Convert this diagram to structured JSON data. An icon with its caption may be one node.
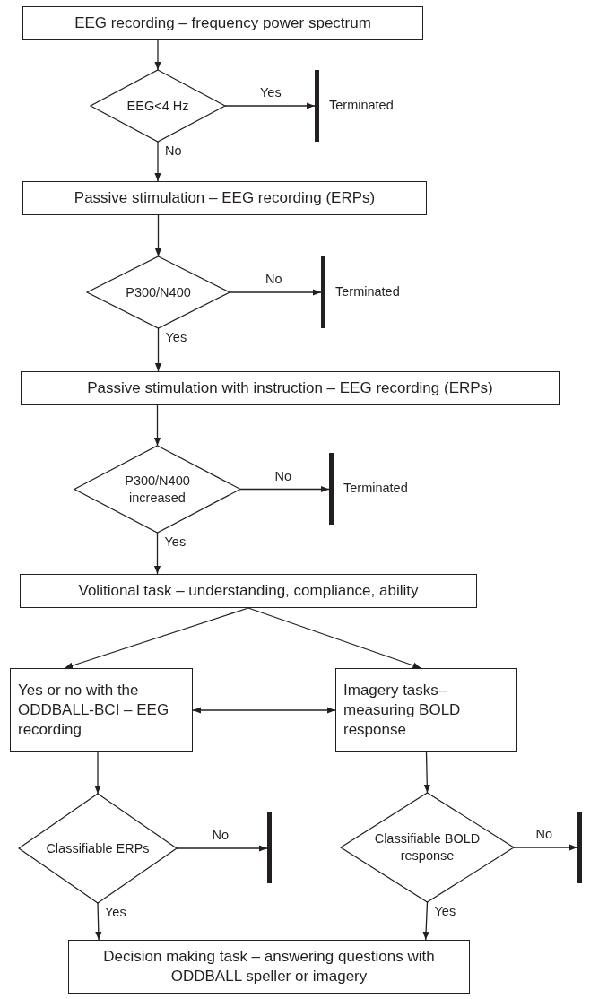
{
  "diagram": {
    "nodes": [
      {
        "text": [
          "EEG recording – frequency power spectrum"
        ]
      },
      {
        "text": [
          "EEG<4 Hz"
        ]
      },
      {
        "text": [],
        "shape": "bar",
        "beside": [
          "Terminated"
        ]
      },
      {
        "text": [
          "Passive stimulation – EEG recording (ERPs)"
        ]
      },
      {
        "text": [
          "P300/N400"
        ]
      },
      {
        "text": [],
        "shape": "bar",
        "beside": [
          "Terminated"
        ]
      },
      {
        "text": [
          "Passive stimulation with instruction – EEG recording (ERPs)"
        ]
      },
      {
        "text": [
          "P300/N400 increased"
        ]
      },
      {
        "text": [],
        "shape": "bar",
        "beside": [
          "Terminated"
        ]
      },
      {
        "text": [
          "Volitional task – understanding, compliance, ability"
        ]
      },
      {
        "text": [
          "Yes or no with the ODDBALL-BCI – EEG recording"
        ]
      },
      {
        "text": [
          "Imagery tasks– measuring BOLD response"
        ]
      },
      {
        "text": [
          "Classifiable ERPs"
        ]
      },
      {
        "text": [],
        "shape": "bar"
      },
      {
        "text": [
          "Classifiable BOLD response"
        ]
      },
      {
        "text": [],
        "shape": "bar"
      },
      {
        "text": [
          "Decision making task – answering questions with ODDBALL speller or imagery"
        ]
      }
    ],
    "edges": [
      {
        "from": 0,
        "to": 1,
        "arrow": "to"
      },
      {
        "from": 1,
        "to": 2,
        "arrow": "to",
        "label": "Yes"
      },
      {
        "from": 1,
        "to": 3,
        "arrow": "to",
        "label": "No"
      },
      {
        "from": 3,
        "to": 4,
        "arrow": "to"
      },
      {
        "from": 4,
        "to": 5,
        "arrow": "to",
        "label": "No"
      },
      {
        "from": 4,
        "to": 6,
        "arrow": "to",
        "label": "Yes"
      },
      {
        "from": 6,
        "to": 7,
        "arrow": "to"
      },
      {
        "from": 7,
        "to": 8,
        "arrow": "to",
        "label": "No"
      },
      {
        "from": 7,
        "to": 9,
        "arrow": "to",
        "label": "Yes"
      },
      {
        "from": 9,
        "to": 10,
        "arrow": "to"
      },
      {
        "from": 9,
        "to": 11,
        "arrow": "to"
      },
      {
        "from": 10,
        "to": 11,
        "arrow": "both"
      },
      {
        "from": 10,
        "to": 12,
        "arrow": "to"
      },
      {
        "from": 11,
        "to": 14,
        "arrow": "to"
      },
      {
        "from": 12,
        "to": 13,
        "arrow": "to",
        "label": "No"
      },
      {
        "from": 12,
        "to": 16,
        "arrow": "to",
        "label": "Yes"
      },
      {
        "from": 14,
        "to": 15,
        "arrow": "to",
        "label": "No"
      },
      {
        "from": 14,
        "to": 16,
        "arrow": "to",
        "label": "Yes"
      }
    ]
  }
}
